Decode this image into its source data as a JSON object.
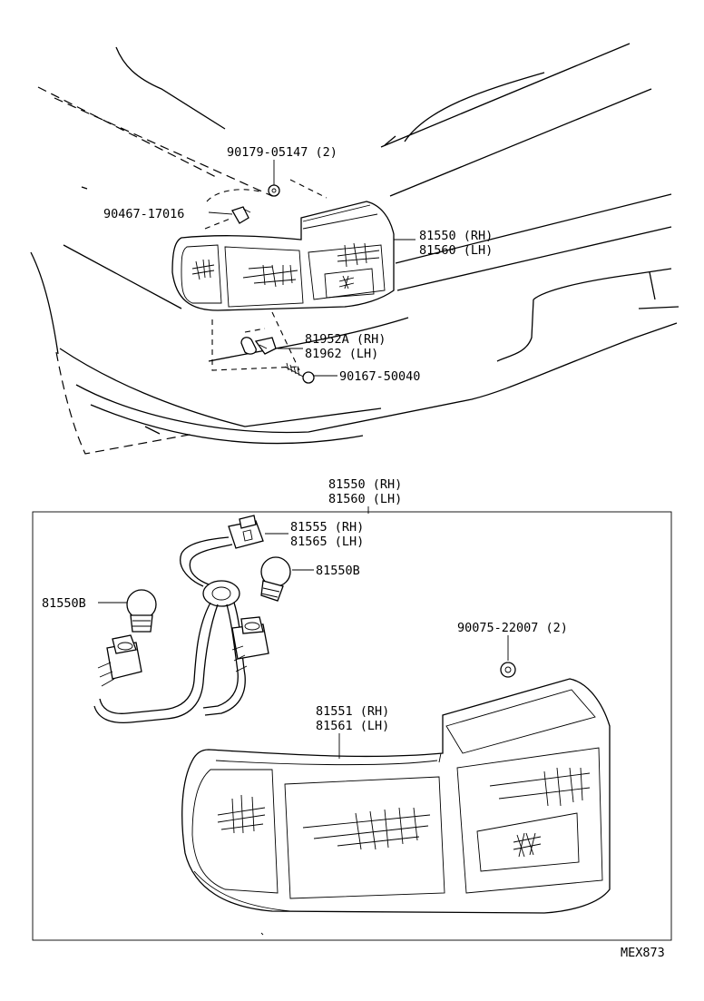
{
  "callouts": {
    "screw_top": "90179-05147 (2)",
    "clip_left": "90467-17016",
    "lamp_top_rh": "81550 (RH)",
    "lamp_top_lh": "81560 (LH)",
    "bracket_rh": "81952A (RH)",
    "bracket_lh": "81962  (LH)",
    "screw_bracket": "90167-50040",
    "assy_rh": "81550 (RH)",
    "assy_lh": "81560 (LH)",
    "socket_rh": "81555 (RH)",
    "socket_lh": "81565 (LH)",
    "bulb_right": "81550B",
    "bulb_left": "81550B",
    "nut": "90075-22007 (2)",
    "lens_rh": "81551 (RH)",
    "lens_lh": "81561 (LH)"
  },
  "footer": {
    "code": "MEX873"
  }
}
